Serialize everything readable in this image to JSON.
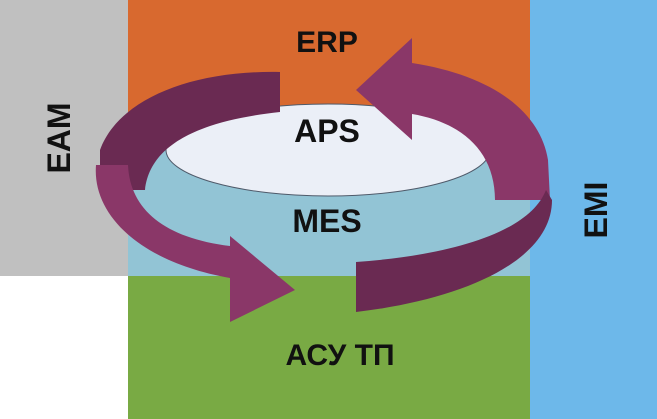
{
  "labels": {
    "erp": "ERP",
    "aps": "APS",
    "mes": "MES",
    "acs": "АСУ ТП",
    "eam": "EAM",
    "emi": "EMI"
  },
  "colors": {
    "erp": "#D8692F",
    "mes": "#92C4D5",
    "acs": "#79AA44",
    "eam": "#C0C0C0",
    "emi": "#6DB8EA",
    "aps": "#EBEFF7",
    "arrow": "#8A3768",
    "arrow_dark": "#6A2A52"
  }
}
